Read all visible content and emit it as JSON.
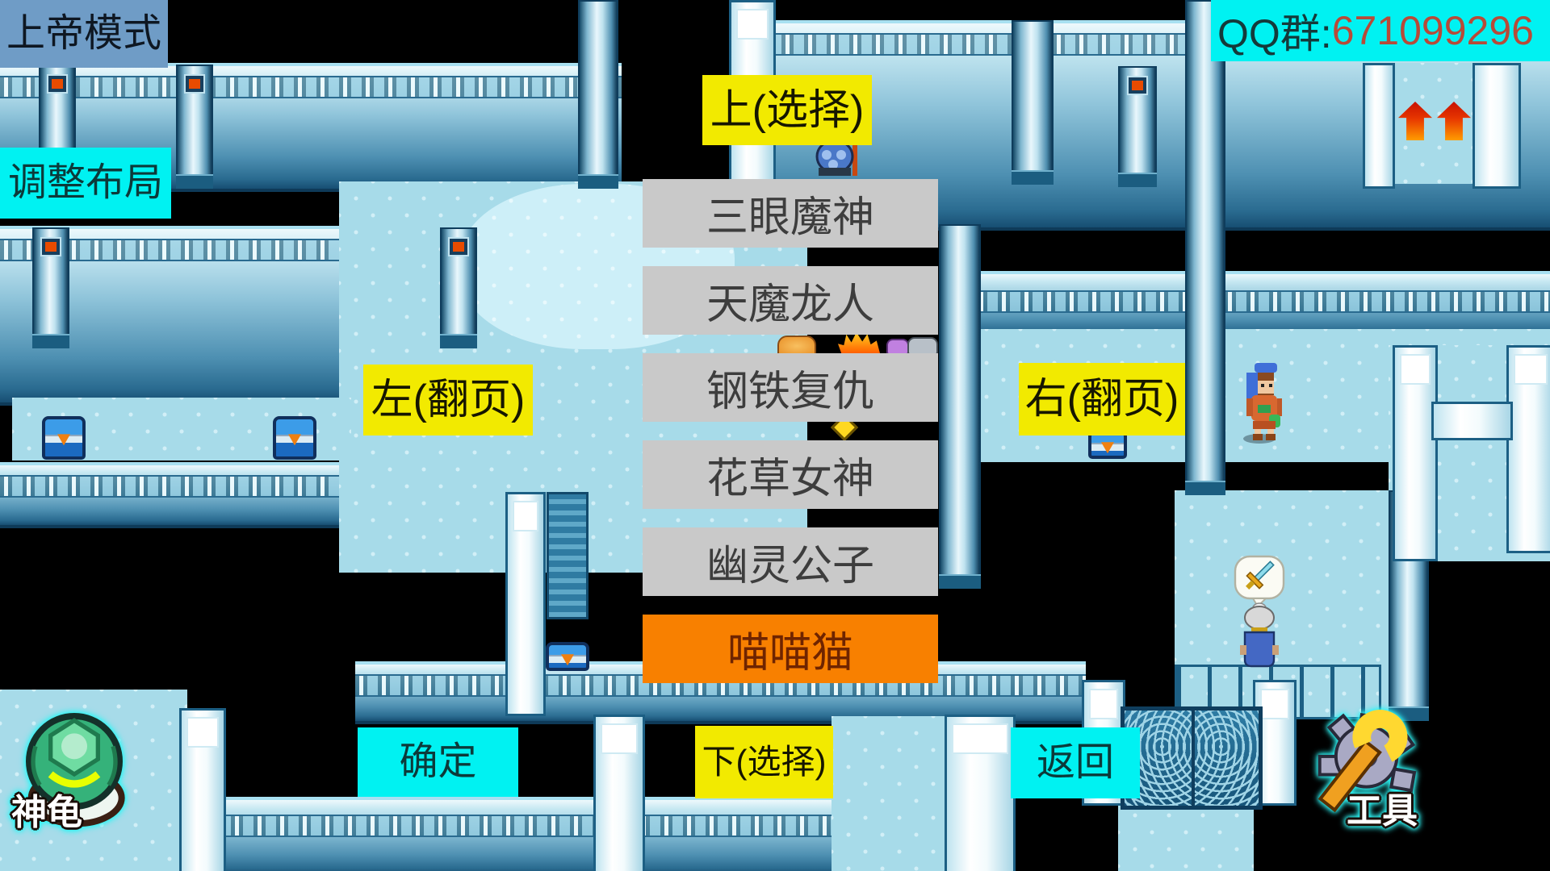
{
  "hud": {
    "god_mode": "上帝模式",
    "adjust_layout": "调整布局",
    "qq_prefix": "QQ群:",
    "qq_number": "671099296"
  },
  "controls": {
    "up": "上(选择)",
    "down": "下(选择)",
    "left": "左(翻页)",
    "right": "右(翻页)",
    "confirm": "确定",
    "back": "返回"
  },
  "menu": {
    "items": [
      {
        "label": "三眼魔神",
        "selected": false
      },
      {
        "label": "天魔龙人",
        "selected": false
      },
      {
        "label": "钢铁复仇",
        "selected": false
      },
      {
        "label": "花草女神",
        "selected": false
      },
      {
        "label": "幽灵公子",
        "selected": false
      },
      {
        "label": "喵喵猫",
        "selected": true
      }
    ]
  },
  "corner_widgets": {
    "turtle": "神龟",
    "tools": "工具"
  },
  "icons": {
    "turtle": "turtle-shell-icon",
    "tools": "wrench-gear-icon",
    "arrows": "double-up-arrow-icon"
  },
  "colors": {
    "hud_steel_blue": "#6f9cc6",
    "control_cyan": "#00f2f2",
    "control_yellow": "#f2ea00",
    "menu_gray": "#c9c9c9",
    "menu_selected_orange": "#f88000",
    "menu_selected_text": "#6f2400",
    "qq_number_red": "#b84a38",
    "floor_blue": "#a7dbe9",
    "wall_blue": "#4e90b2"
  }
}
